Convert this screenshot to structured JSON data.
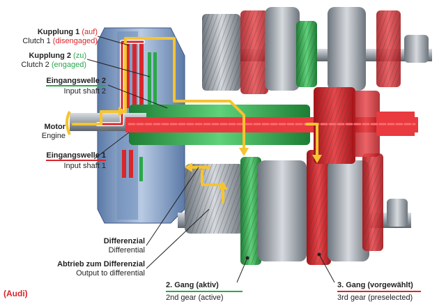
{
  "labels": {
    "clutch1": {
      "de": "Kupplung 1",
      "de_state": "(auf)",
      "en": "Clutch 1",
      "en_state": "(disengaged)"
    },
    "clutch2": {
      "de": "Kupplung 2",
      "de_state": "(zu)",
      "en": "Clutch 2",
      "en_state": "(engaged)"
    },
    "input_shaft2": {
      "de": "Eingangswelle 2",
      "en": "Input shaft 2"
    },
    "motor": {
      "de": "Motor",
      "en": "Engine"
    },
    "input_shaft1": {
      "de": "Eingangswelle 1",
      "en": "Input shaft 1"
    },
    "differential": {
      "de": "Differenzial",
      "en": "Differential"
    },
    "output": {
      "de": "Abtrieb zum Differenzial",
      "en": "Output to differential"
    },
    "gear2": {
      "de": "2. Gang (aktiv)",
      "en": "2nd gear (active)"
    },
    "gear3": {
      "de": "3. Gang (vorgewählt)",
      "en": "3rd gear (preselected)"
    }
  },
  "credit": "(Audi)",
  "colors": {
    "red": "#d8262b",
    "green": "#2aa84a",
    "yellow": "#f5c431",
    "housing": "#8aa3c6"
  }
}
